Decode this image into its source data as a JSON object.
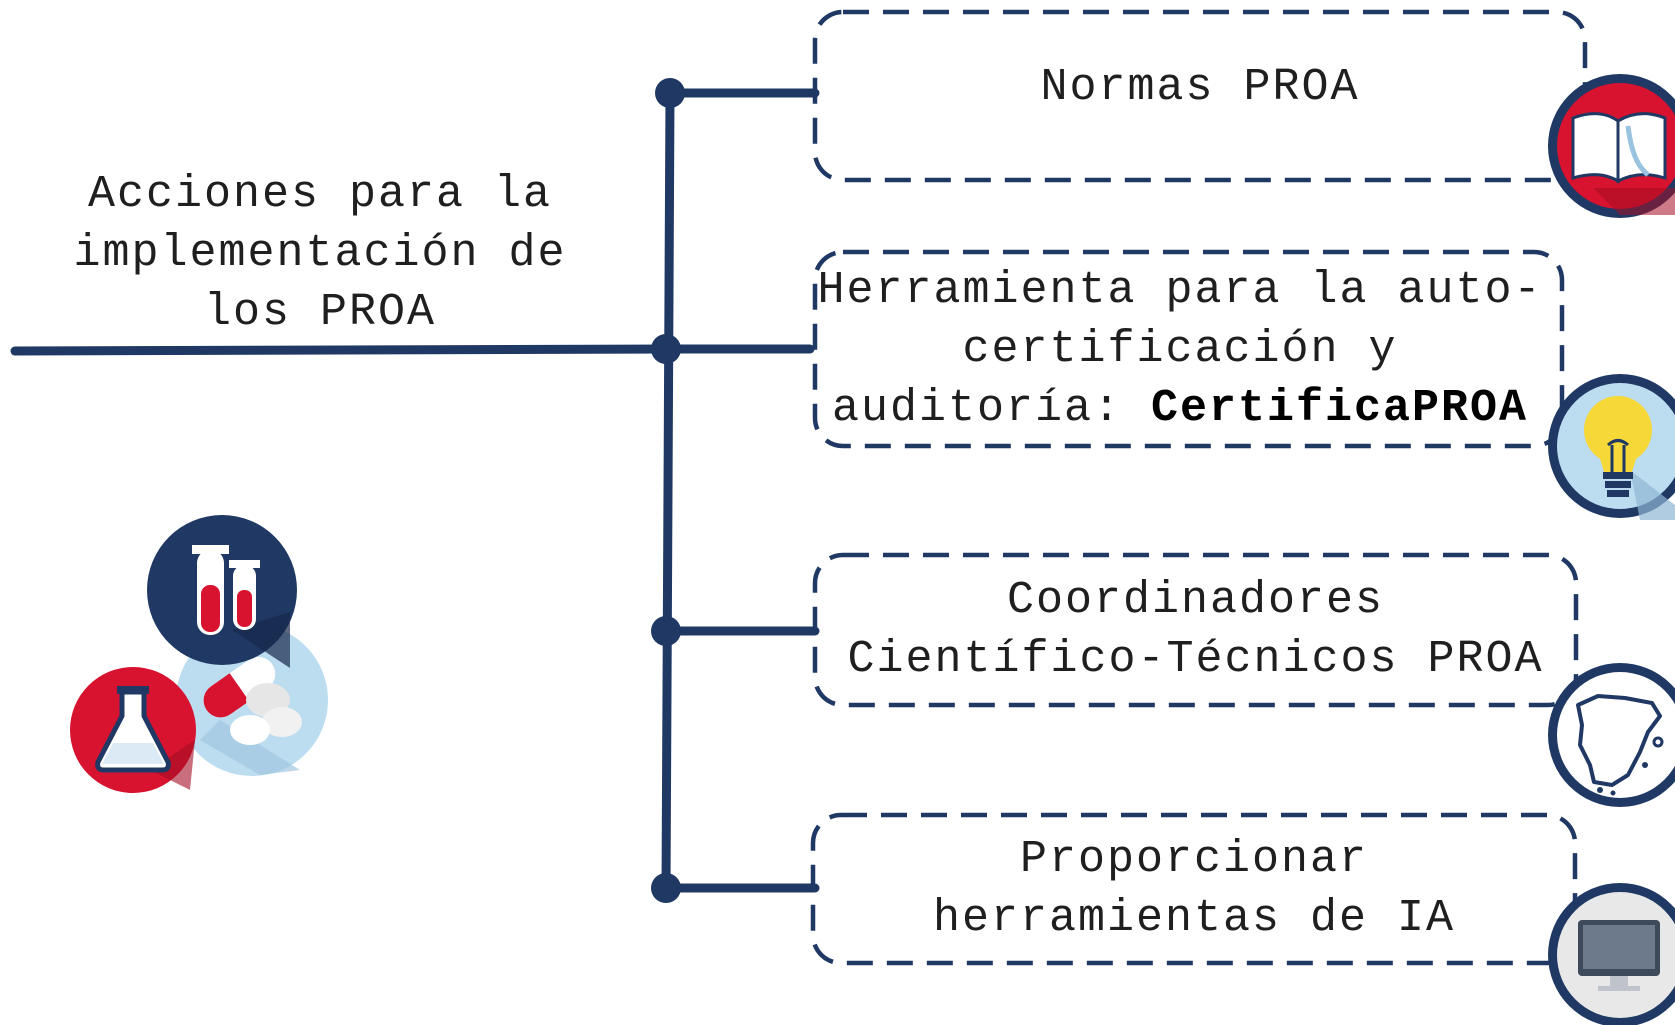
{
  "colors": {
    "line": "#1f3864",
    "red": "#d7132f",
    "light_blue": "#bcdcf0",
    "navy": "#1f3864",
    "white": "#ffffff"
  },
  "main": {
    "title": "Acciones para la\nimplementación de\nlos PROA"
  },
  "items": [
    {
      "label": "Normas PROA",
      "icon": "open-book-icon"
    },
    {
      "label": "Herramienta para la auto-\ncertificación y\nauditoría: ",
      "label_bold": "CertificaPROA",
      "icon": "lightbulb-icon"
    },
    {
      "label": "Coordinadores\nCientífico-Técnicos PROA",
      "icon": "spain-map-icon"
    },
    {
      "label": "Proporcionar\nherramientas de IA",
      "icon": "computer-monitor-icon"
    }
  ],
  "illustration": {
    "icons": [
      "test-tubes-icon",
      "pills-icon",
      "flask-icon"
    ]
  }
}
